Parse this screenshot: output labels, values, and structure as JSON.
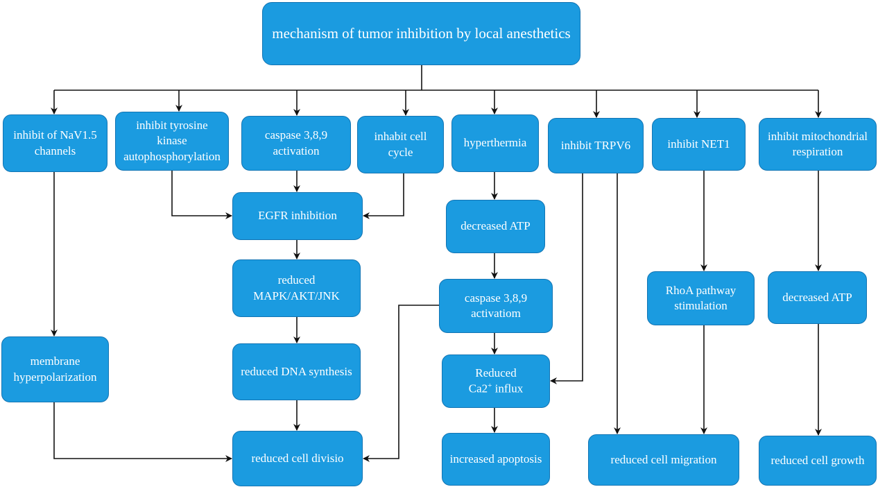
{
  "title": "mechanism of tumor inhibition by local anesthetics",
  "colors": {
    "node_fill": "#1b9be0",
    "node_border": "#1274b3",
    "text": "#ffffff",
    "arrow": "#111111"
  },
  "nodes": {
    "nav15": [
      "inhibit of NaV1.5",
      "channels"
    ],
    "tyrosine": [
      "inhibit tyrosine",
      "kinase",
      "autophosphorylation"
    ],
    "caspase1": [
      "caspase 3,8,9",
      "activation"
    ],
    "cellcycle": [
      "inhabit cell",
      "cycle"
    ],
    "hyperthermia": [
      "hyperthermia"
    ],
    "trpv6": [
      "inhibit TRPV6"
    ],
    "net1": [
      "inhibit NET1"
    ],
    "mito": [
      "inhibit mitochondrial",
      "respiration"
    ],
    "egfr": [
      "EGFR inhibition"
    ],
    "mapk": [
      "reduced",
      "MAPK/AKT/JNK"
    ],
    "dna": [
      "reduced DNA synthesis"
    ],
    "division": [
      "reduced cell divisio"
    ],
    "membrane": [
      "membrane",
      "hyperpolarization"
    ],
    "atp1": [
      "decreased ATP"
    ],
    "caspase2": [
      "caspase 3,8,9",
      "activatiom"
    ],
    "ca_line1": "Reduced",
    "ca_base": "Ca2",
    "ca_sup": "+",
    "ca_rest": " influx",
    "apoptosis": [
      "increased apoptosis"
    ],
    "rhoa": [
      "RhoA pathway",
      "stimulation"
    ],
    "atp2": [
      "decreased ATP"
    ],
    "migration": [
      "reduced cell migration"
    ],
    "growth": [
      "reduced cell growth"
    ]
  }
}
